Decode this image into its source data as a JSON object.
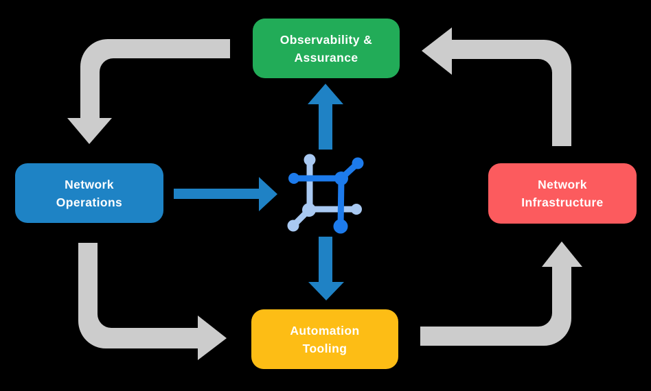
{
  "background": "#000000",
  "colors": {
    "arrow_gray": "#CCCCCC",
    "arrow_blue": "#1F82C5",
    "icon_dark_blue": "#1D7BEC",
    "icon_light_blue": "#A9C9F2",
    "label_text": "#FFFFFF"
  },
  "nodes": {
    "observability": {
      "label": "Observability &\nAssurance",
      "color": "#22AC58"
    },
    "operations": {
      "label": "Network\nOperations",
      "color": "#1E83C5"
    },
    "infrastructure": {
      "label": "Network\nInfrastructure",
      "color": "#FC5B5E"
    },
    "tooling": {
      "label": "Automation\nTooling",
      "color": "#FDBD15"
    }
  },
  "flow": {
    "cycle": [
      "Observability & Assurance",
      "Network Operations",
      "Automation Tooling",
      "Network Infrastructure"
    ],
    "center_icon": "network-mesh-icon",
    "center_connections": [
      "Network Operations -> center",
      "center -> Observability & Assurance",
      "center -> Automation Tooling"
    ]
  }
}
